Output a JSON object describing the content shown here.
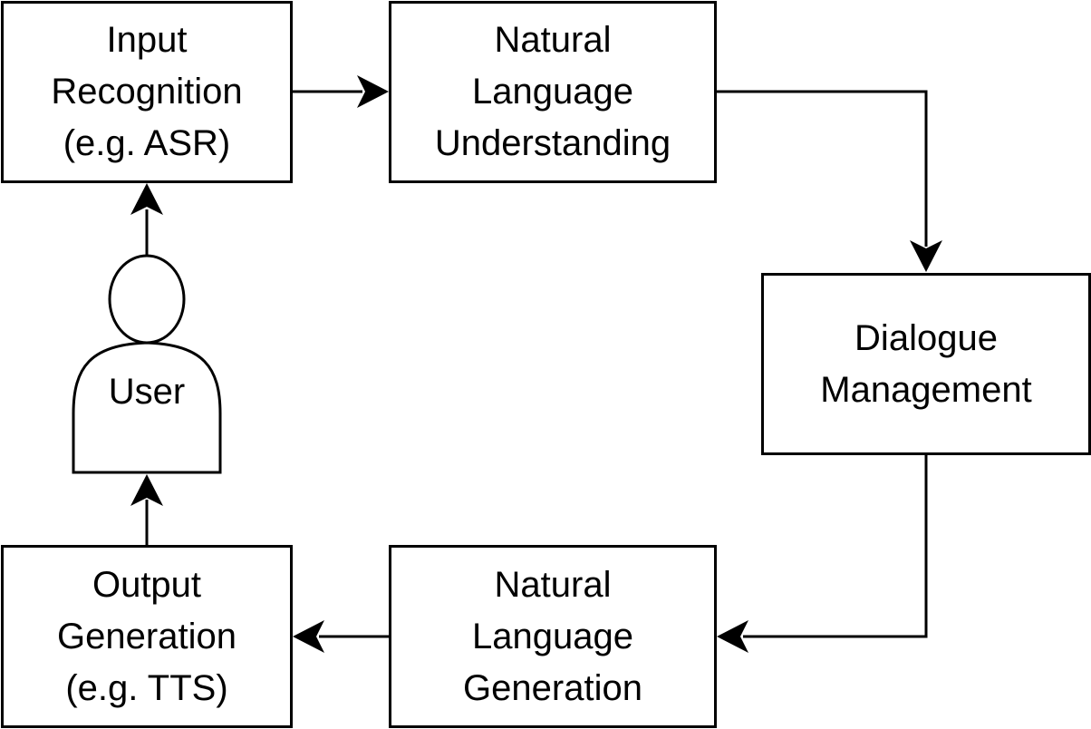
{
  "diagram": {
    "nodes": {
      "input_recognition": {
        "label": "Input\nRecognition\n(e.g. ASR)"
      },
      "nlu": {
        "label": "Natural\nLanguage\nUnderstanding"
      },
      "dialogue_management": {
        "label": "Dialogue\nManagement"
      },
      "nlg": {
        "label": "Natural\nLanguage\nGeneration"
      },
      "output_generation": {
        "label": "Output\nGeneration\n(e.g. TTS)"
      },
      "user": {
        "label": "User",
        "icon": "person-icon"
      }
    },
    "edges": [
      {
        "from": "user",
        "to": "input_recognition"
      },
      {
        "from": "input_recognition",
        "to": "nlu"
      },
      {
        "from": "nlu",
        "to": "dialogue_management"
      },
      {
        "from": "dialogue_management",
        "to": "nlg"
      },
      {
        "from": "nlg",
        "to": "output_generation"
      },
      {
        "from": "output_generation",
        "to": "user"
      }
    ],
    "colors": {
      "stroke": "#000000",
      "background": "#ffffff"
    }
  }
}
